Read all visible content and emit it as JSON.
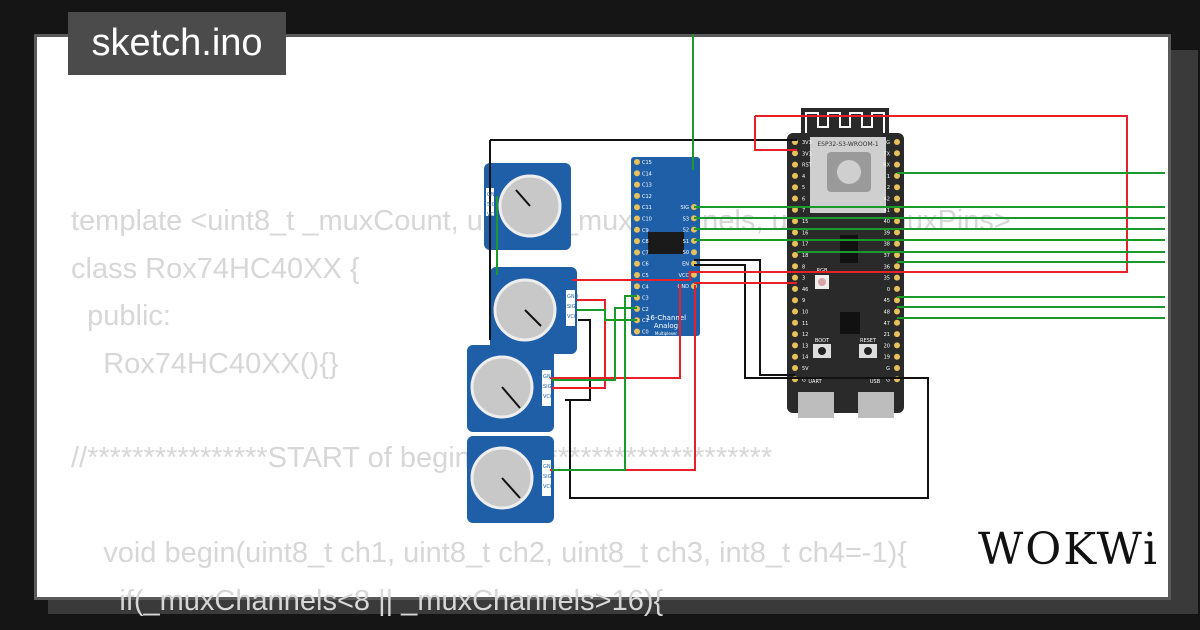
{
  "title": "sketch.ino",
  "code_lines": [
    "template <uint8_t _muxCount, uint8_t _muxChannels, uint8_t _muxPins>",
    "class Rox74HC40XX {",
    "  public:",
    "    Rox74HC40XX(){}",
    "",
    "//****************START of begin()*************************",
    "",
    "    void begin(uint8_t ch1, uint8_t ch2, uint8_t ch3, int8_t ch4=-1){",
    "      if(_muxChannels<8 || _muxChannels>16){"
  ],
  "logo": "WOKWi",
  "mux": {
    "title1": "16-Channel",
    "title2": "Analog",
    "title3": "Multiplexer",
    "left_pins": [
      "C15",
      "C14",
      "C13",
      "C12",
      "C11",
      "C10",
      "C9",
      "C8",
      "C7",
      "C6",
      "C5",
      "C4",
      "C3",
      "C2",
      "C1",
      "C0"
    ],
    "right_pins": [
      "SIG",
      "S3",
      "S2",
      "S1",
      "S0",
      "EN",
      "VCC",
      "GND"
    ]
  },
  "esp32": {
    "module_label": "ESP32-S3-WROOM-1",
    "left_pins": [
      "3V3",
      "3V3",
      "RST",
      "4",
      "5",
      "6",
      "7",
      "15",
      "16",
      "17",
      "18",
      "8",
      "3",
      "46",
      "9",
      "10",
      "11",
      "12",
      "13",
      "14",
      "5V",
      "G"
    ],
    "right_pins": [
      "G",
      "TX",
      "RX",
      "1",
      "2",
      "42",
      "41",
      "40",
      "39",
      "38",
      "37",
      "36",
      "35",
      "0",
      "45",
      "48",
      "47",
      "21",
      "20",
      "19",
      "G",
      "G"
    ],
    "rgb_label": "RGB",
    "boot_label": "BOOT",
    "reset_label": "RESET",
    "uart_label": "UART",
    "usb_label": "USB"
  },
  "pot_pins": [
    "GND",
    "SIG",
    "VCC"
  ],
  "colors": {
    "wire_red": "#e8202a",
    "wire_green": "#1a9a2a",
    "wire_black": "#111111",
    "board_blue": "#1f5fa8",
    "esp_board": "#2a2a2a"
  }
}
